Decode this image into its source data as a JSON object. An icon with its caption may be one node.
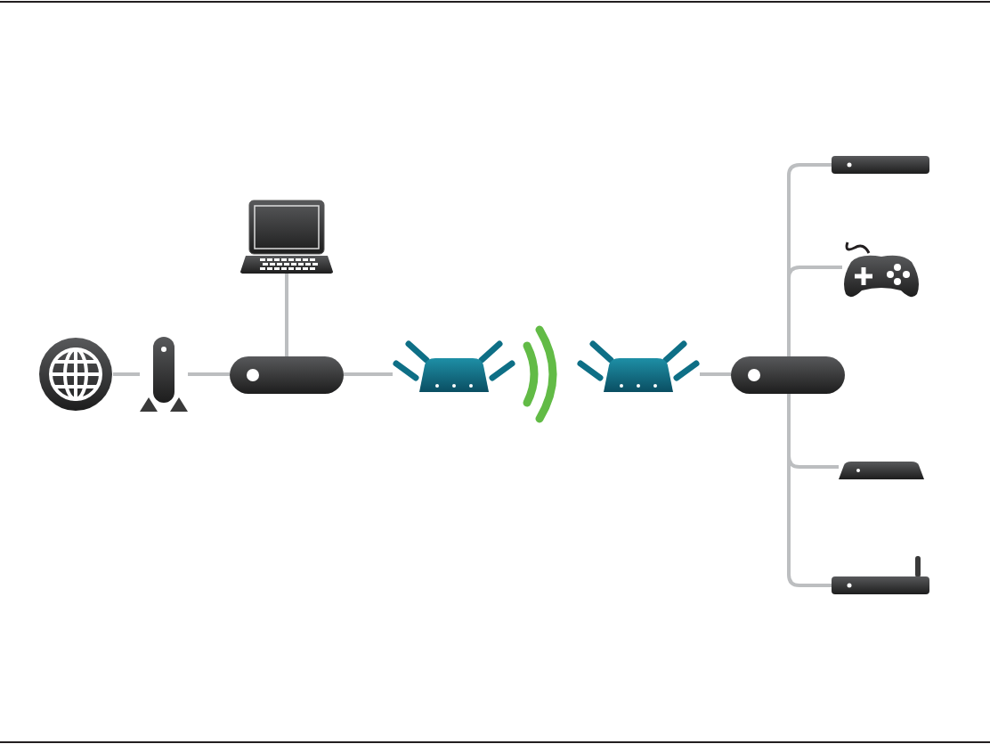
{
  "diagram": {
    "nodes": [
      {
        "text": [],
        "shape": "globe"
      },
      {
        "text": [],
        "shape": "modem"
      },
      {
        "text": [],
        "shape": "laptop"
      },
      {
        "text": [],
        "shape": "router"
      },
      {
        "text": [],
        "shape": "extender"
      },
      {
        "text": [],
        "shape": "extender"
      },
      {
        "text": [],
        "shape": "router"
      },
      {
        "text": [],
        "shape": "box"
      },
      {
        "text": [],
        "shape": "gamepad"
      },
      {
        "text": [],
        "shape": "box"
      },
      {
        "text": [],
        "shape": "router"
      }
    ],
    "edges": [
      {
        "from": 0,
        "to": 1,
        "arrow": "none"
      },
      {
        "from": 1,
        "to": 3,
        "arrow": "none"
      },
      {
        "from": 2,
        "to": 3,
        "arrow": "none"
      },
      {
        "from": 3,
        "to": 4,
        "arrow": "none"
      },
      {
        "from": 5,
        "to": 6,
        "arrow": "none"
      },
      {
        "from": 6,
        "to": 7,
        "arrow": "none"
      },
      {
        "from": 6,
        "to": 8,
        "arrow": "none"
      },
      {
        "from": 6,
        "to": 9,
        "arrow": "none"
      },
      {
        "from": 6,
        "to": 10,
        "arrow": "none"
      }
    ]
  }
}
